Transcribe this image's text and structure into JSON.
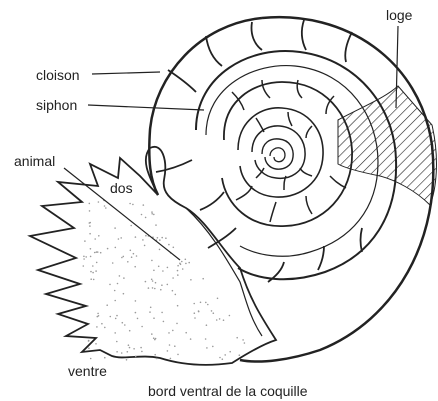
{
  "diagram": {
    "labels": {
      "loge": "loge",
      "cloison": "cloison",
      "siphon": "siphon",
      "animal": "animal",
      "dos": "dos",
      "ventre": "ventre",
      "bord_ventral": "bord ventral de la coquille"
    },
    "colors": {
      "ink": "#222222",
      "background": "#ffffff",
      "dots": "#9a9a9a"
    }
  }
}
